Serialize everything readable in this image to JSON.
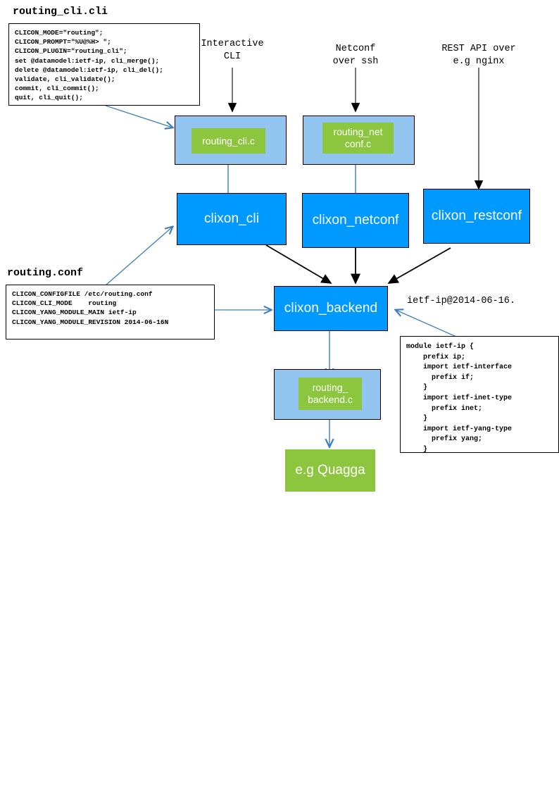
{
  "diagram": {
    "title_caption_cli": "routing_cli.cli",
    "title_caption_conf": "routing.conf",
    "yang_file_label": "ietf-ip@2014-06-16.",
    "cli_plugin_code": "CLICON_MODE=\"routing\";\nCLICON_PROMPT=\"%U@%H> \";\nCLICON_PLUGIN=\"routing_cli\";\nset @datamodel:ietf-ip, cli_merge();\ndelete @datamodel:ietf-ip, cli_del();\nvalidate, cli_validate();\ncommit, cli_commit();\nquit, cli_quit();",
    "conf_code": "CLICON_CONFIGFILE /etc/routing.conf\nCLICON_CLI_MODE    routing\nCLICON_YANG_MODULE_MAIN ietf-ip\nCLICON_YANG_MODULE_REVISION 2014-06-16N",
    "yang_code": "module ietf-ip {\n    prefix ip;\n    import ietf-interface\n      prefix if;\n    }\n    import ietf-inet-type\n      prefix inet;\n    }\n    import ietf-yang-type\n      prefix yang;\n    }"
  },
  "sources": {
    "cli": "Interactive\nCLI",
    "netconf": "Netconf\nover ssh",
    "restconf": "REST API over\ne.g nginx"
  },
  "plugins": {
    "cli": "routing_cli.c",
    "netconf": "routing_net\nconf.c",
    "backend": "routing_\nbackend.c"
  },
  "processes": {
    "cli": "clixon_cli",
    "netconf": "clixon_netconf",
    "restconf": "clixon_restconf",
    "backend": "clixon_backend"
  },
  "external": {
    "quagga": "e.g\nQuagga"
  },
  "colors": {
    "process_blue": "#0099ff",
    "host_light_blue": "#92c5f0",
    "plugin_green": "#8cc63e",
    "wire_blue": "#3d7ebf",
    "wire_black": "#000000"
  }
}
